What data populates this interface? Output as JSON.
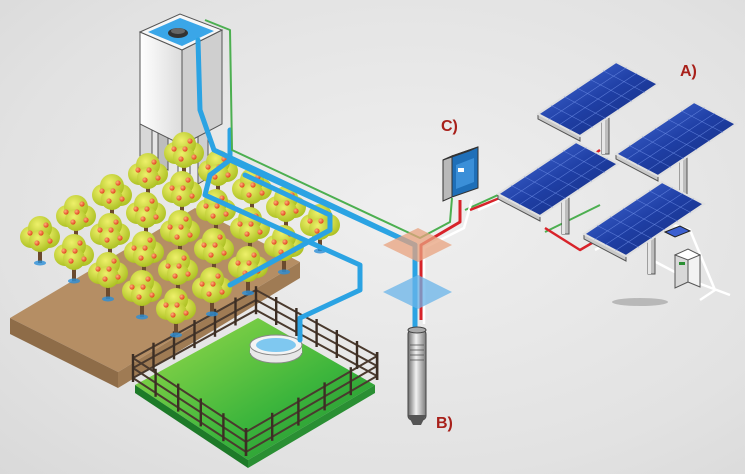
{
  "labels": {
    "solar_panels": "A)",
    "submersible_pump": "B)",
    "controller": "C)"
  },
  "colors": {
    "label": "#a8201a",
    "water_pipe": "#2ba3e3",
    "power_red": "#d8232a",
    "ground_green": "#4caf50",
    "grass": "#3cb53c",
    "soil": "#b58e64",
    "tree_foliage": "#c8d62a",
    "fruit": "#f0501e",
    "panel": "#1f3fa5",
    "controller_body": "#1f6fb8"
  }
}
